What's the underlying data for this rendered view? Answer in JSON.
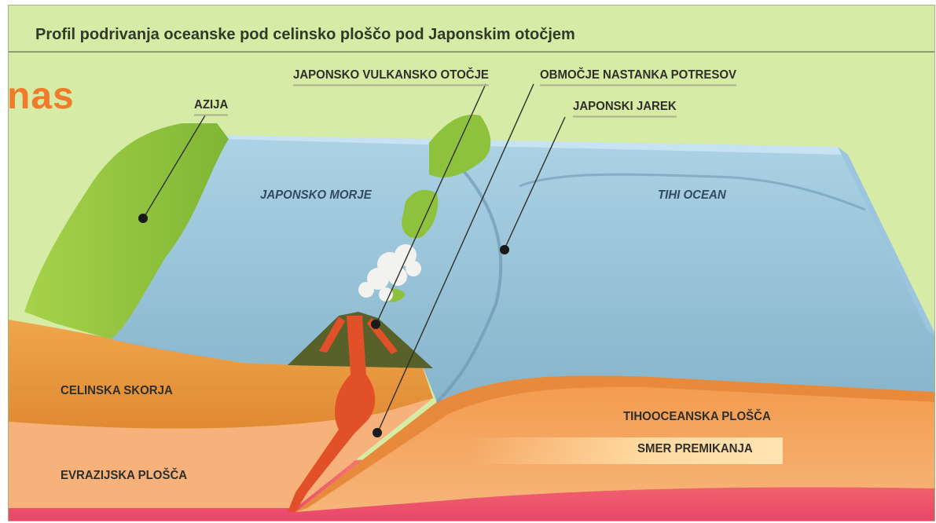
{
  "title": "Profil podrivanja oceanske pod celinsko ploščo pod Japonskim otočjem",
  "brand_text": "nas",
  "labels": {
    "asia": "AZIJA",
    "volcanic_islands": "JAPONSKO VULKANSKO OTOČJE",
    "earthquake_zone": "OBMOČJE NASTANKA POTRESOV",
    "trench": "JAPONSKI JAREK",
    "sea_of_japan": "JAPONSKO MORJE",
    "pacific_ocean": "TIHI OCEAN",
    "continental_crust": "CELINSKA SKORJA",
    "eurasian_plate": "EVRAZIJSKA PLOŠČA",
    "pacific_plate": "TIHOOCEANSKA PLOŠČA",
    "movement_direction": "SMER PREMIKANJA"
  },
  "colors": {
    "background": "#d6eba6",
    "water": "#8ab9d6",
    "land": "#8fc23c",
    "crust": "#e5963f",
    "mantle": "#f4766a",
    "magma": "#e2502a",
    "brand": "#f07b2a"
  }
}
